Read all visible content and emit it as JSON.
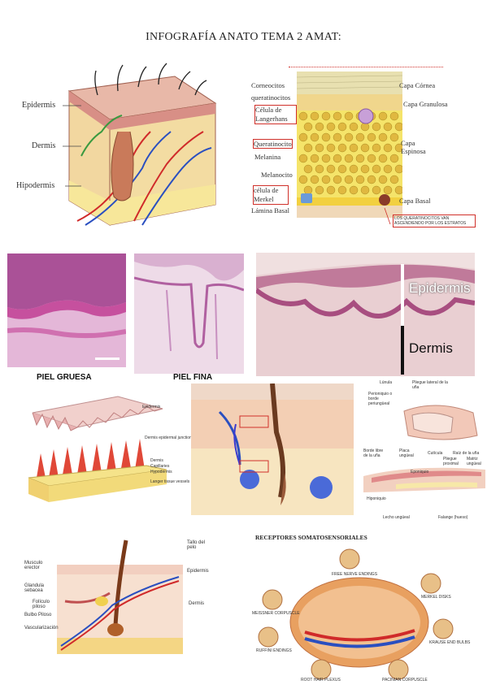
{
  "title": "INFOGRAFÍA ANATO TEMA 2 AMAT:",
  "skin_layers": {
    "epidermis": "Epidermis",
    "dermis": "Dermis",
    "hipodermis": "Hipodermis"
  },
  "epidermis_strata": {
    "left_labels": [
      "Corneocitos",
      "queratinocitos",
      "Célula de Langerhans",
      "Queratinocito",
      "Melanina",
      "Melanocito",
      "célula de Merkel",
      "Lámina Basal"
    ],
    "right_labels": [
      "Capa Córnea",
      "Capa Granulosa",
      "Capa Espinosa",
      "Capa Basal"
    ],
    "note": "LOS QUERATINOCITOS VAN ASCENDIENDO POR LOS ESTRATOS"
  },
  "histology": {
    "thick_skin": "PIEL GRUESA",
    "thin_skin": "PIEL FINA",
    "epidermis": "Epidermis",
    "dermis": "Dermis"
  },
  "papillae_labels": [
    "Epidermis",
    "Dermis epidermal junction",
    "Dermis",
    "Capillaries",
    "Hypodermis",
    "Langer tissue vessels"
  ],
  "nail": {
    "labels": [
      "Lúnula",
      "Pliegue lateral de la uña",
      "Perioniquio o borde periungüeal",
      "Borde libre de la uña",
      "Placa ungüeal",
      "Cutícula",
      "Raíz de la uña",
      "Pliegue proximal",
      "Matriz ungüeal",
      "Eponiquio",
      "Hiponiquio",
      "Lecho ungüeal",
      "Falange (hueso)"
    ]
  },
  "hair": {
    "labels": [
      "Tallo del pelo",
      "Epidermis",
      "Dermis",
      "Musculo erector",
      "Glandula sebacea",
      "Folículo piloso",
      "Bulbo Piloso",
      "Vascularización"
    ]
  },
  "receptors": {
    "title": "RECEPTORES SOMATOSENSORIALES",
    "labels": [
      "FREE NERVE ENDINGS",
      "MEISSNER CORPUSCLE",
      "MERKEL DISKS",
      "RUFFINI ENDINGS",
      "KRAUSE END BULBS",
      "ROOT HAIR PLEXUS",
      "PACINIAN CORPUSCLE"
    ]
  },
  "colors": {
    "red_box": "#d0302a",
    "histology_pink": "#c6509e",
    "histology_purple": "#a0408c",
    "he_background": "#e9cfd2"
  }
}
